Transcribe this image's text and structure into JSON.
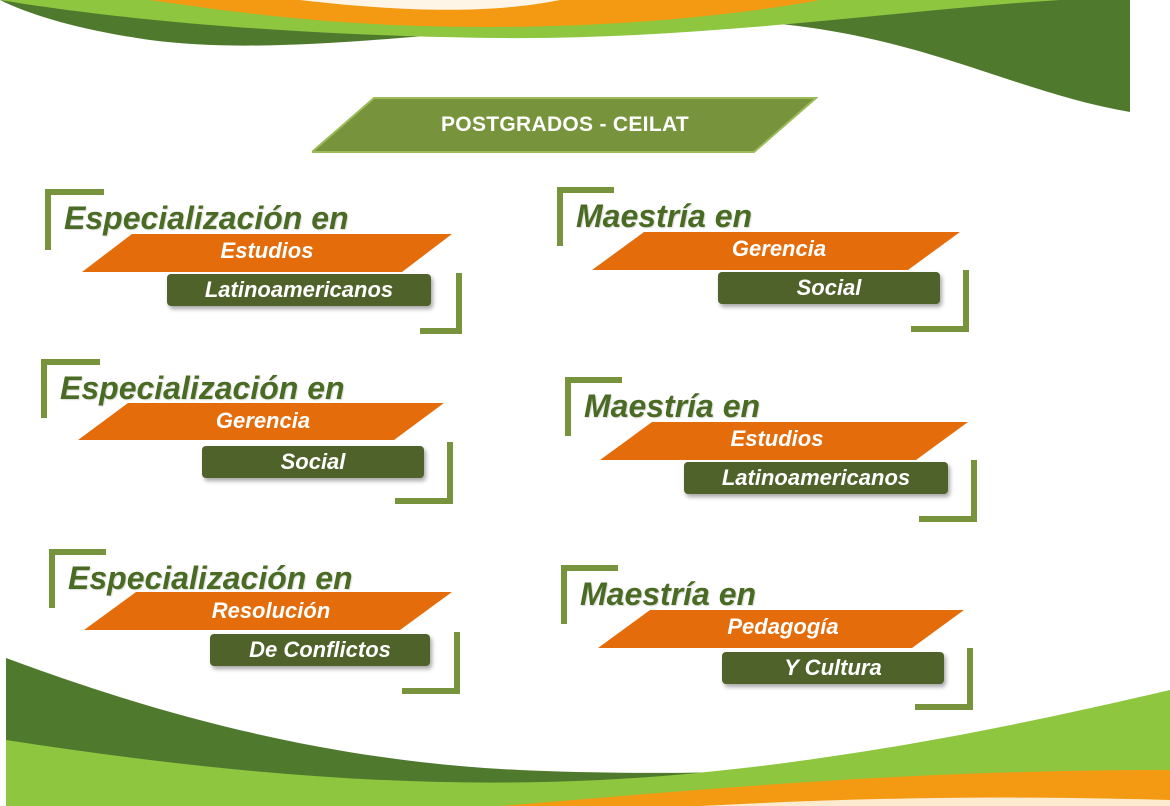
{
  "banner": {
    "title": "POSTGRADOS - CEILAT"
  },
  "colors": {
    "dark_green": "#4f6229",
    "light_green": "#77933c",
    "orange": "#e46c0a",
    "accent_green": "#8ec63f"
  },
  "programs": [
    {
      "title": "Especialización en",
      "line1": "Estudios",
      "line2": "Latinoamericanos"
    },
    {
      "title": "Maestría en",
      "line1": "Gerencia",
      "line2": "Social"
    },
    {
      "title": "Especialización en",
      "line1": "Gerencia",
      "line2": "Social"
    },
    {
      "title": "Maestría en",
      "line1": "Estudios",
      "line2": "Latinoamericanos"
    },
    {
      "title": "Especialización en",
      "line1": "Resolución",
      "line2": "De Conflictos"
    },
    {
      "title": "Maestría en",
      "line1": "Pedagogía",
      "line2": "Y Cultura"
    }
  ]
}
